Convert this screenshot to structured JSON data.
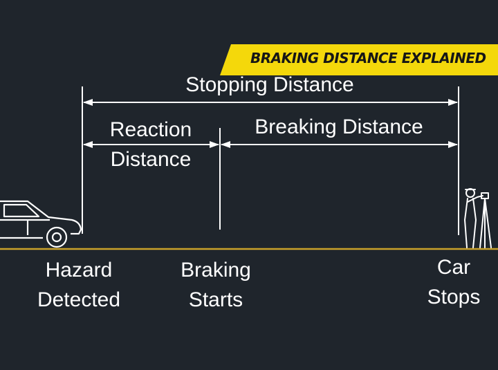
{
  "banner": {
    "title": "BRAKING DISTANCE EXPLAINED"
  },
  "spans": {
    "stopping": "Stopping Distance",
    "reaction_line1": "Reaction",
    "reaction_line2": "Distance",
    "braking": "Breaking Distance"
  },
  "points": {
    "hazard_line1": "Hazard",
    "hazard_line2": "Detected",
    "braking_line1": "Braking",
    "braking_line2": "Starts",
    "stop_line1": "Car",
    "stop_line2": "Stops"
  },
  "colors": {
    "background": "#1f252c",
    "banner": "#f4d80b",
    "road": "#c9a22a",
    "lines": "#ffffff"
  },
  "icons": [
    "car-icon",
    "surveyor-icon"
  ]
}
